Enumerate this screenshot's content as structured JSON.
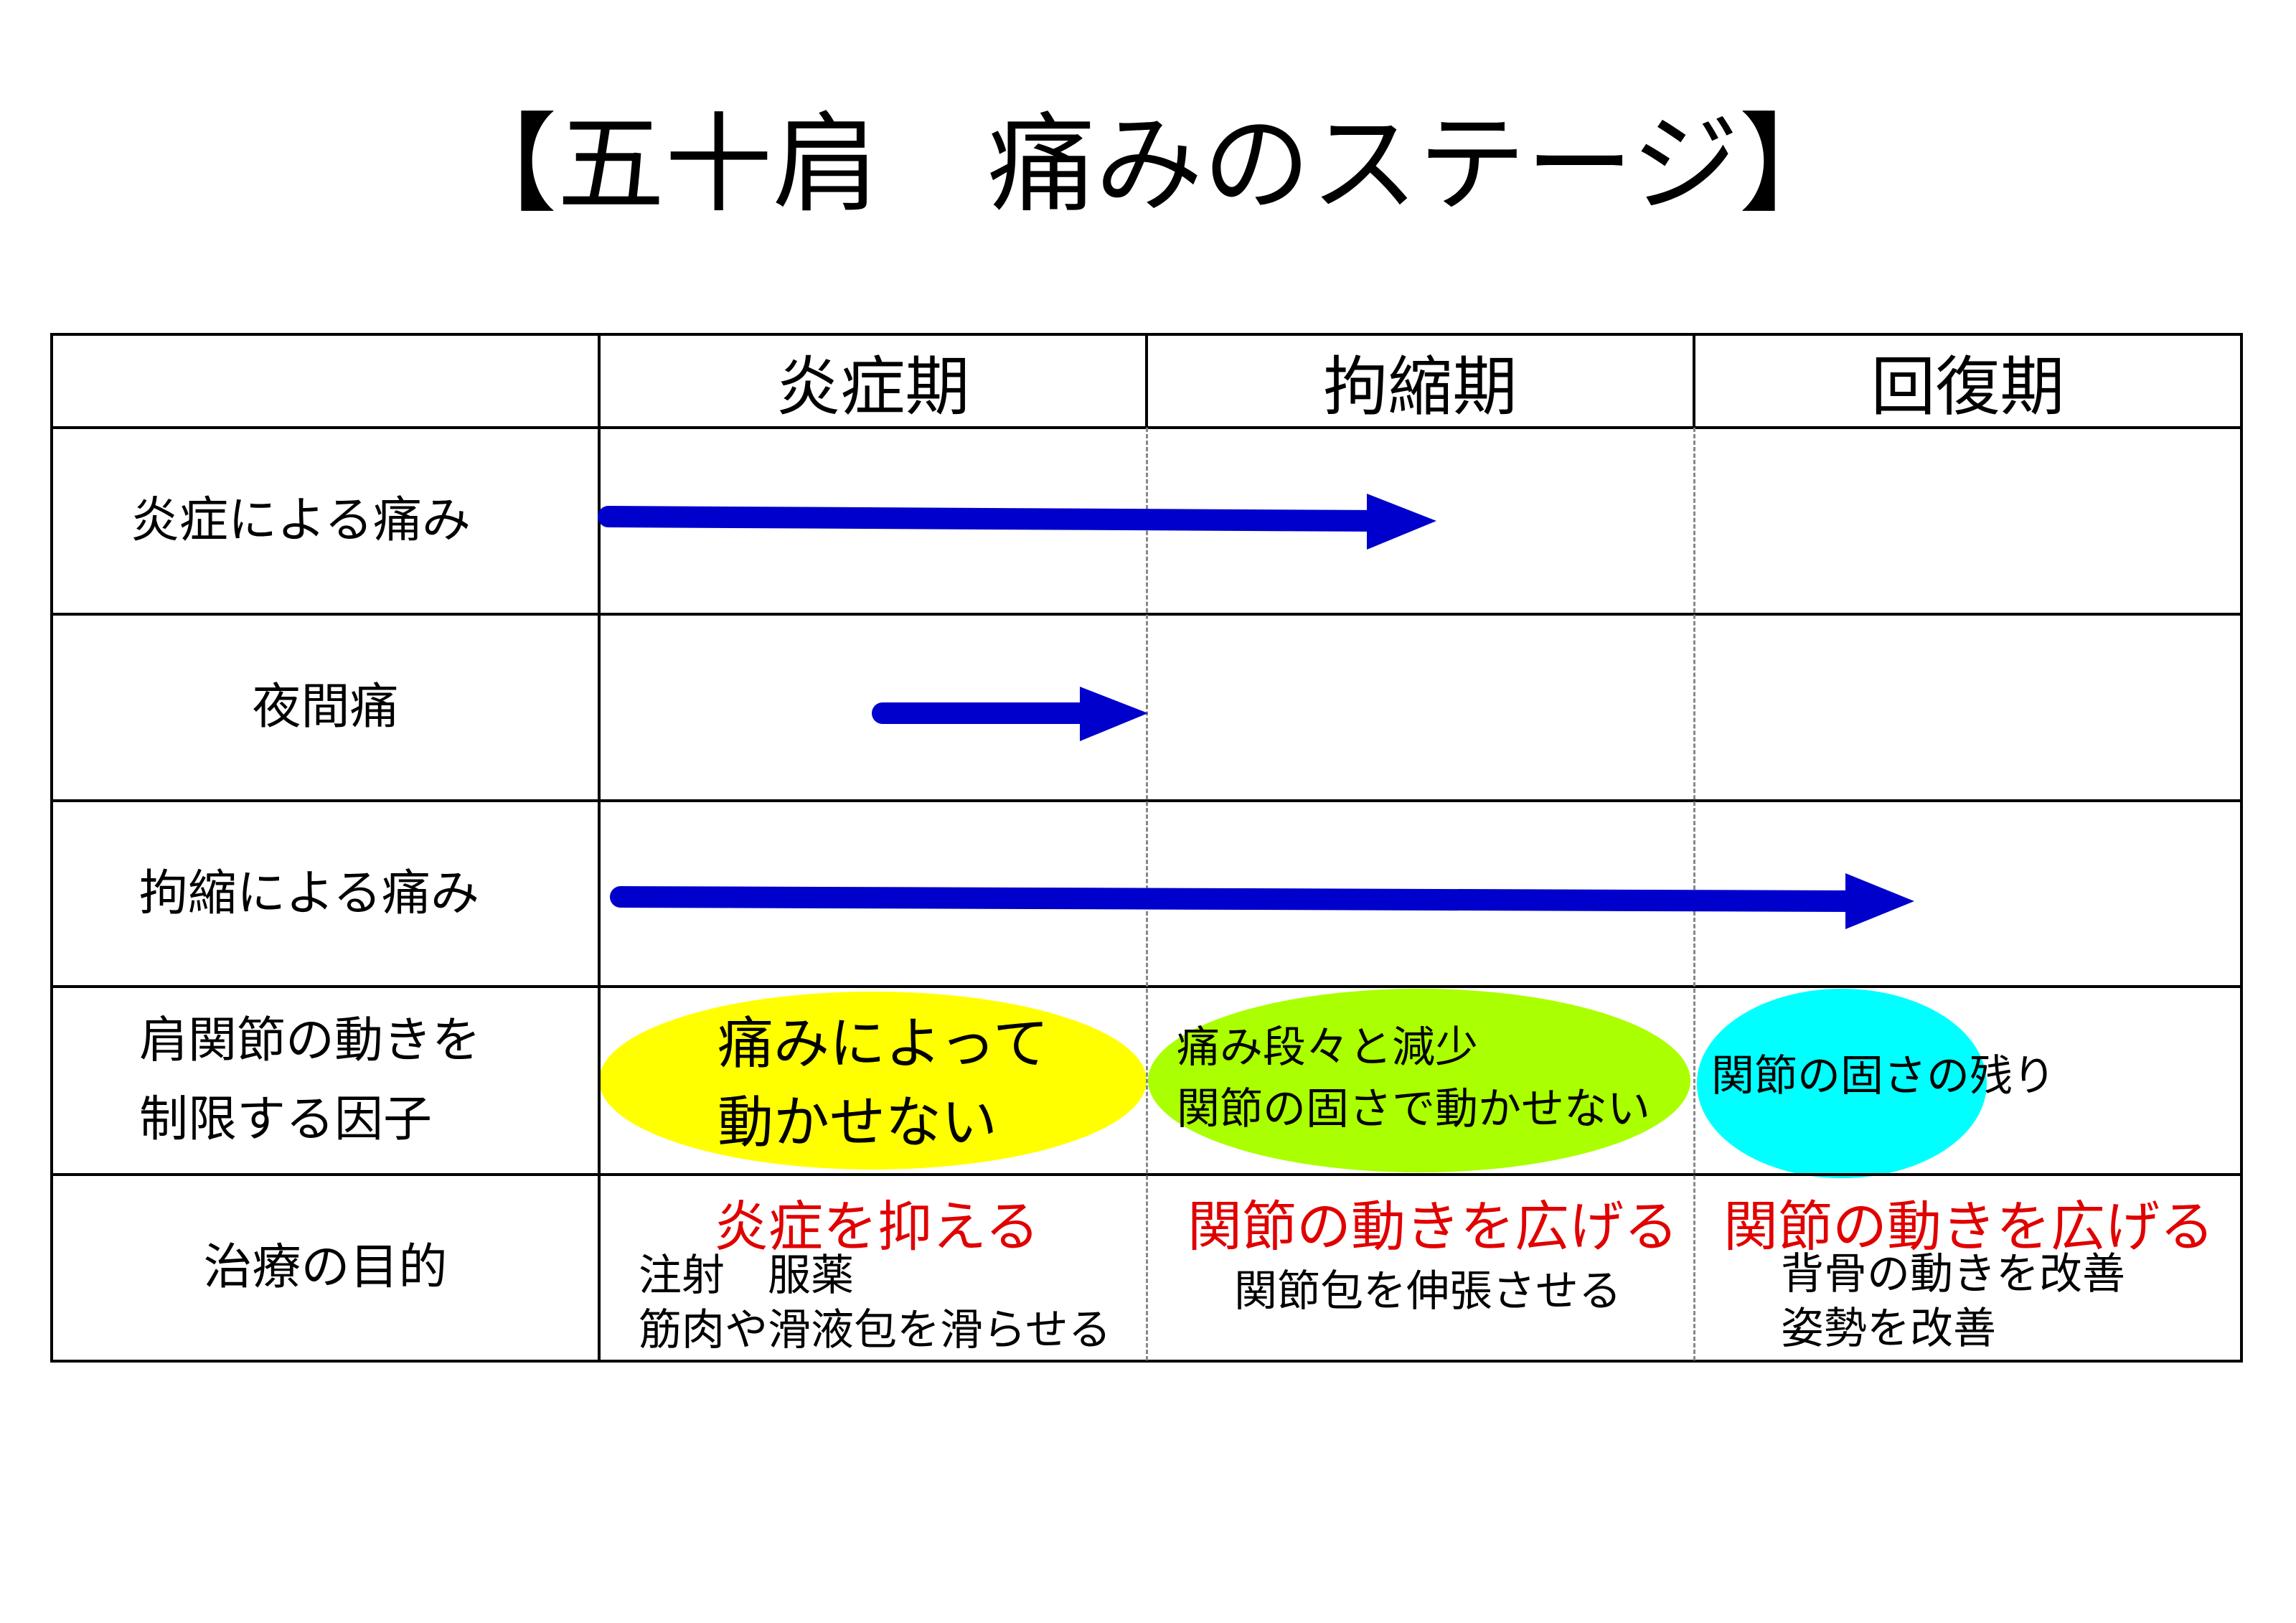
{
  "title": "【五十肩　痛みのステージ】",
  "table": {
    "columns": [
      "炎症期",
      "拘縮期",
      "回復期"
    ],
    "rows": {
      "inflammation_pain": "炎症による痛み",
      "night_pain": "夜間痛",
      "contracture_pain": "拘縮による痛み",
      "limiting_factor": [
        "肩関節の動きを",
        "制限する因子"
      ],
      "treatment_goal": "治療の目的"
    },
    "limiting_factors": {
      "inflammatory": [
        "痛みによって",
        "動かせない"
      ],
      "contracture": [
        "痛み段々と減少",
        "関節の固さで動かせない"
      ],
      "recovery": [
        "関節の固さの残り"
      ]
    },
    "treatment": {
      "inflammatory": {
        "goal": "炎症を抑える",
        "details": [
          "注射　服薬",
          "筋肉や滑液包を滑らせる"
        ]
      },
      "contracture": {
        "goal": "関節の動きを広げる",
        "details": [
          "関節包を伸張させる"
        ]
      },
      "recovery": {
        "goal": "関節の動きを広げる",
        "details": [
          "背骨の動きを改善",
          "姿勢を改善"
        ]
      }
    }
  },
  "colors": {
    "arrow": "#0000cc",
    "inflammatory": "#ffff00",
    "contracture": "#aaff00",
    "recovery": "#00ffff",
    "goal_text": "#e00000"
  }
}
